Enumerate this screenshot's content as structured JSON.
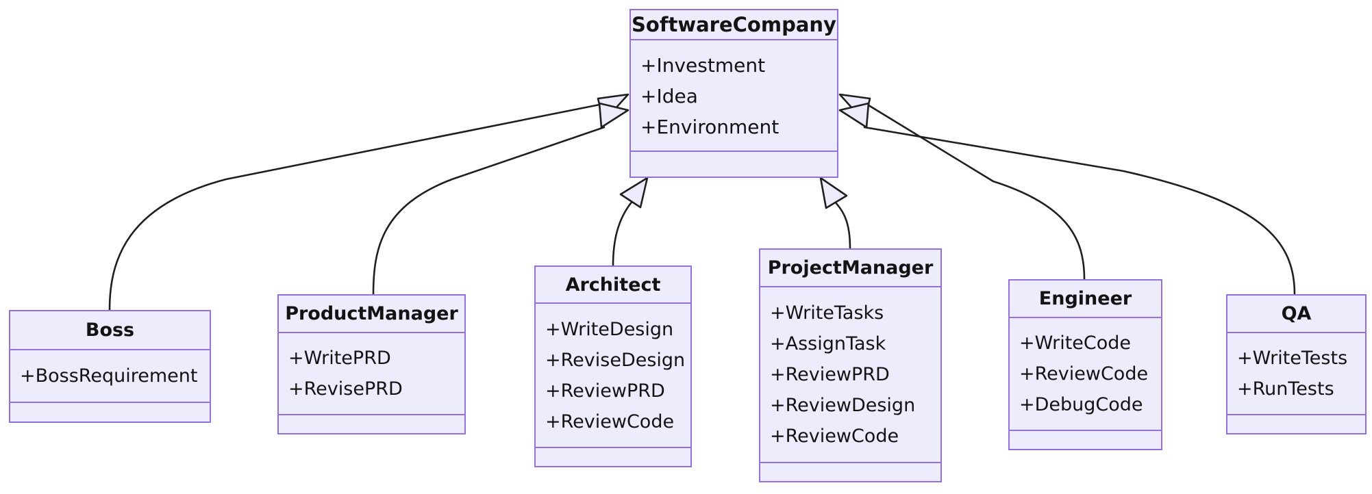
{
  "diagram": {
    "type": "uml-class-diagram",
    "relationship": "generalization",
    "colors": {
      "box_fill": "#ECECFC",
      "box_border": "#9370DB",
      "edge_stroke": "#1F1F1F",
      "arrowhead_fill": "#ECECFC",
      "text": "#131313",
      "background": "#FFFFFF"
    },
    "classes": [
      {
        "id": "softwarecompany",
        "name": "SoftwareCompany",
        "attributes": [
          "+Investment",
          "+Idea",
          "+Environment"
        ],
        "methods": []
      },
      {
        "id": "boss",
        "name": "Boss",
        "attributes": [
          "+BossRequirement"
        ],
        "methods": []
      },
      {
        "id": "productmanager",
        "name": "ProductManager",
        "attributes": [
          "+WritePRD",
          "+RevisePRD"
        ],
        "methods": []
      },
      {
        "id": "architect",
        "name": "Architect",
        "attributes": [
          "+WriteDesign",
          "+ReviseDesign",
          "+ReviewPRD",
          "+ReviewCode"
        ],
        "methods": []
      },
      {
        "id": "projectmanager",
        "name": "ProjectManager",
        "attributes": [
          "+WriteTasks",
          "+AssignTask",
          "+ReviewPRD",
          "+ReviewDesign",
          "+ReviewCode"
        ],
        "methods": []
      },
      {
        "id": "engineer",
        "name": "Engineer",
        "attributes": [
          "+WriteCode",
          "+ReviewCode",
          "+DebugCode"
        ],
        "methods": []
      },
      {
        "id": "qa",
        "name": "QA",
        "attributes": [
          "+WriteTests",
          "+RunTests"
        ],
        "methods": []
      }
    ],
    "edges": [
      {
        "from": "boss",
        "to": "softwarecompany",
        "kind": "generalization"
      },
      {
        "from": "productmanager",
        "to": "softwarecompany",
        "kind": "generalization"
      },
      {
        "from": "architect",
        "to": "softwarecompany",
        "kind": "generalization"
      },
      {
        "from": "projectmanager",
        "to": "softwarecompany",
        "kind": "generalization"
      },
      {
        "from": "engineer",
        "to": "softwarecompany",
        "kind": "generalization"
      },
      {
        "from": "qa",
        "to": "softwarecompany",
        "kind": "generalization"
      }
    ]
  }
}
